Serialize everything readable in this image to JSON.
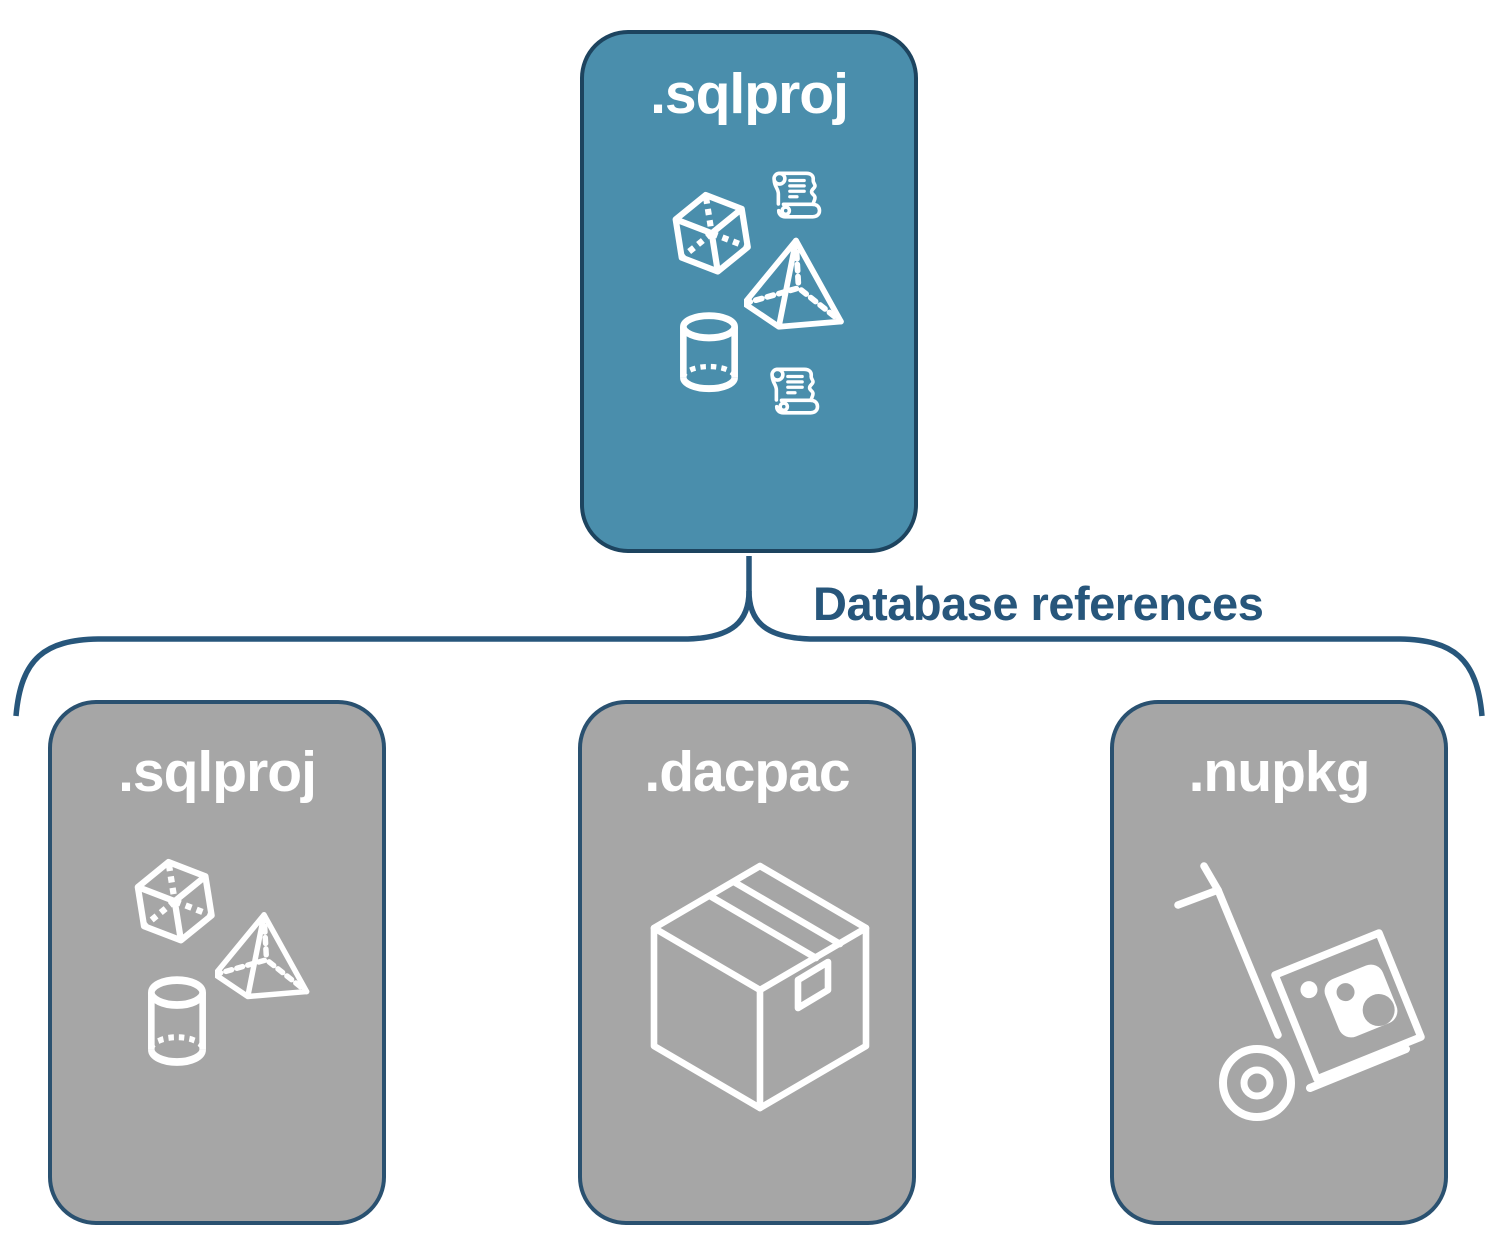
{
  "colors": {
    "background": "#ffffff",
    "root_fill": "#4a8eac",
    "root_border": "#1d445f",
    "child_fill": "#a6a6a6",
    "child_border": "#2a5170",
    "connector_stroke": "#27567b",
    "label_text": "#27567b",
    "icon_stroke": "#ffffff"
  },
  "root_node": {
    "label": ".sqlproj",
    "icons": [
      "cube-icon",
      "script-scroll-icon",
      "pyramid-icon",
      "cylinder-icon",
      "script-scroll-icon"
    ]
  },
  "connector": {
    "label": "Database references"
  },
  "child_nodes": [
    {
      "label": ".sqlproj",
      "icons": [
        "cube-icon",
        "pyramid-icon",
        "cylinder-icon"
      ]
    },
    {
      "label": ".dacpac",
      "icons": [
        "package-box-icon"
      ]
    },
    {
      "label": ".nupkg",
      "icons": [
        "nuget-hand-truck-icon"
      ]
    }
  ]
}
